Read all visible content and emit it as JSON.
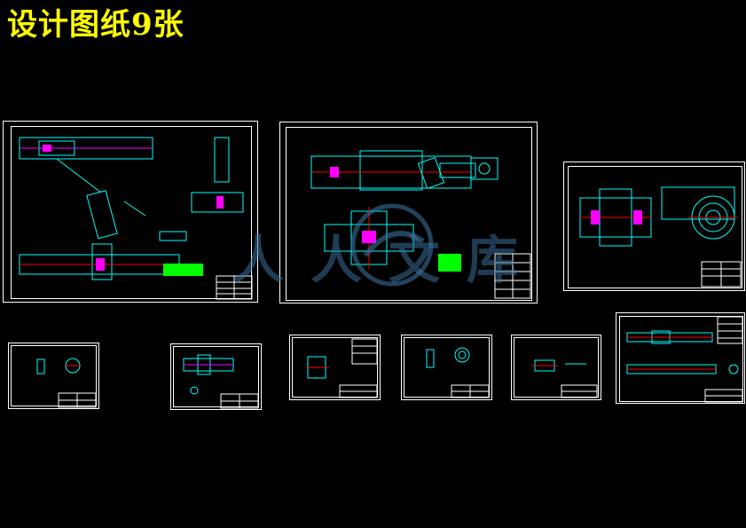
{
  "page": {
    "title": "设计图纸9张",
    "watermark": "人人文库"
  },
  "colors": {
    "background": "#000000",
    "title": "#ffff00",
    "frame": "#ffffff",
    "cyan": "#00ffff",
    "magenta": "#ff00ff",
    "red": "#ff0000",
    "green": "#00ff00",
    "blue": "#2244ff",
    "yellow": "#ffff00",
    "watermark": "#3a6e9a"
  },
  "sheets": [
    {
      "name": "drawing-sheet-assembly-1"
    },
    {
      "name": "drawing-sheet-assembly-2"
    },
    {
      "name": "drawing-sheet-assembly-3"
    },
    {
      "name": "drawing-sheet-part-1"
    },
    {
      "name": "drawing-sheet-part-2"
    },
    {
      "name": "drawing-sheet-part-3"
    },
    {
      "name": "drawing-sheet-part-4"
    },
    {
      "name": "drawing-sheet-part-5"
    },
    {
      "name": "drawing-sheet-shaft"
    }
  ]
}
